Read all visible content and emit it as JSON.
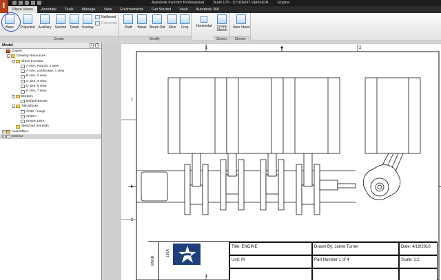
{
  "app": {
    "logo_letter": "I",
    "title_parts": [
      "Autodesk Inventor Professional",
      "Build 170 - STUDENT VERSION",
      "Engine"
    ]
  },
  "ribbon": {
    "tabs": [
      "Place Views",
      "Annotate",
      "Tools",
      "Manage",
      "View",
      "Environments",
      "Get Started",
      "Vault",
      "Autodesk 360"
    ],
    "active_tab": "Place Views",
    "groups": {
      "create": "Create",
      "modify": "Modify",
      "sketch": "Sketch",
      "sheets": "Sheets"
    },
    "buttons": {
      "base": "Base",
      "projected": "Projected",
      "auxiliary": "Auxiliary",
      "section": "Section",
      "detail": "Detail",
      "overlay": "Overlay",
      "nailboard": "Nailboard",
      "connector": "Connector",
      "draft": "Draft",
      "break": "Break",
      "break_out": "Break Out",
      "slice": "Slice",
      "crop": "Crop",
      "horizontal": "Horizontal",
      "create_sketch": "Create Sketch",
      "new_sheet": "New Sheet"
    }
  },
  "browser": {
    "title": "Model",
    "tree": [
      {
        "label": "Engine",
        "indent": 0,
        "expander": "",
        "icon": "eng"
      },
      {
        "label": "Drawing Resources",
        "indent": 1,
        "expander": "-",
        "icon": "folder"
      },
      {
        "label": "Sheet Formats",
        "indent": 2,
        "expander": "-",
        "icon": "folder"
      },
      {
        "label": "A size, Portrait, 1 view",
        "indent": 3,
        "expander": "",
        "icon": "doc"
      },
      {
        "label": "A size, Landscape, 1 view",
        "indent": 3,
        "expander": "",
        "icon": "doc"
      },
      {
        "label": "B size, 2 view",
        "indent": 3,
        "expander": "",
        "icon": "doc"
      },
      {
        "label": "C size, 4 view",
        "indent": 3,
        "expander": "",
        "icon": "doc"
      },
      {
        "label": "D size, 6 view",
        "indent": 3,
        "expander": "",
        "icon": "doc"
      },
      {
        "label": "E size, 7 view",
        "indent": 3,
        "expander": "",
        "icon": "doc"
      },
      {
        "label": "Borders",
        "indent": 2,
        "expander": "-",
        "icon": "folder"
      },
      {
        "label": "Default Border",
        "indent": 3,
        "expander": "",
        "icon": "doc"
      },
      {
        "label": "Title Blocks",
        "indent": 2,
        "expander": "-",
        "icon": "folder"
      },
      {
        "label": "ANSI - Large",
        "indent": 3,
        "expander": "",
        "icon": "doc"
      },
      {
        "label": "ANSI A",
        "indent": 3,
        "expander": "",
        "icon": "doc"
      },
      {
        "label": "ENGR 130A",
        "indent": 3,
        "expander": "",
        "icon": "doc"
      },
      {
        "label": "Sketched Symbols",
        "indent": 2,
        "expander": "",
        "icon": "folder"
      },
      {
        "label": "Assembly:1",
        "indent": 0,
        "expander": "+",
        "icon": "asm"
      },
      {
        "label": "Sheet:2",
        "indent": 0,
        "expander": "+",
        "icon": "doc",
        "selected": true
      }
    ]
  },
  "sheet": {
    "zone_top": [
      "1",
      "2"
    ],
    "zone_left": [
      "1",
      "2"
    ],
    "title_block": {
      "dept_vertical": "ENGR",
      "course_vertical": "130A",
      "title": "Title: ENGINE",
      "unit": "Unit: IN",
      "drawn_by": "Drawn By: Jamie Turner",
      "part_number": "Part Number:1 of 4",
      "date": "Date: 4/18/2016",
      "scale": "Scale: 1:2"
    }
  },
  "colors": {
    "ribbon_accent": "#4a86c8",
    "logo_orange": "#b0411a",
    "highlight_circle": "#2a46b8",
    "star_bg": "#1f3e7c"
  }
}
